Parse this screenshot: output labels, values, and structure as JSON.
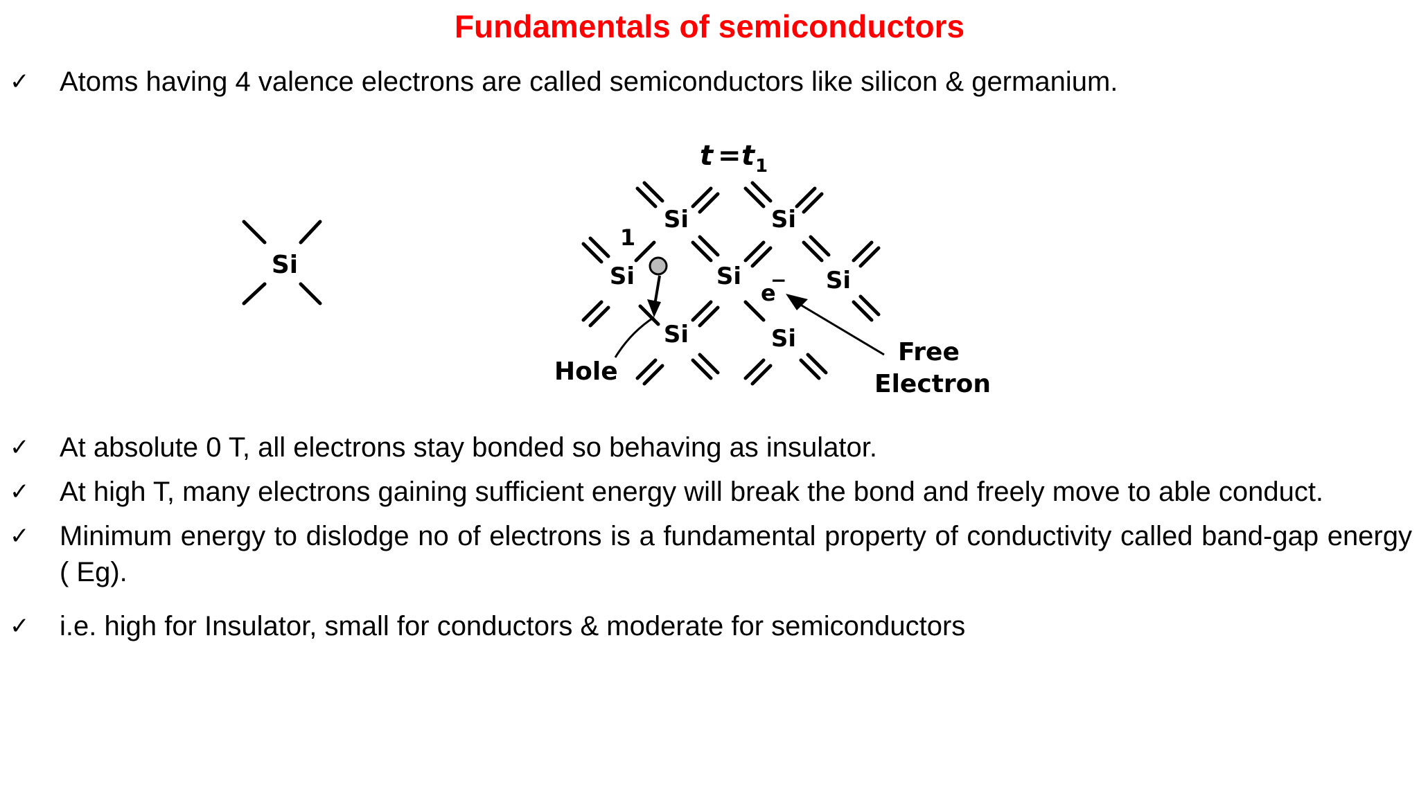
{
  "slide": {
    "title": "Fundamentals of semiconductors",
    "title_color": "#ff0000",
    "bullet_icon": "check-mark-icon"
  },
  "bullets": [
    "Atoms having 4 valence electrons are called semiconductors like silicon & germanium.",
    "At absolute 0 T, all electrons stay bonded so behaving as insulator.",
    "At high T, many electrons gaining sufficient energy will break the bond and freely move to able conduct.",
    "Minimum energy to dislodge no of electrons is a fundamental property of conductivity called band-gap energy ( Eg).",
    "i.e. high for Insulator, small for conductors & moderate for semiconductors"
  ],
  "figure": {
    "single_atom_label": "Si",
    "lattice": {
      "time_label_t": "t",
      "time_label_eq": "=",
      "time_label_t1": "t",
      "time_label_sub": "1",
      "atom_label": "Si",
      "bond_number": "1",
      "electron_symbol": "e",
      "electron_sign": "−",
      "hole_label": "Hole",
      "free_label_line1": "Free",
      "free_label_line2": "Electron"
    }
  }
}
